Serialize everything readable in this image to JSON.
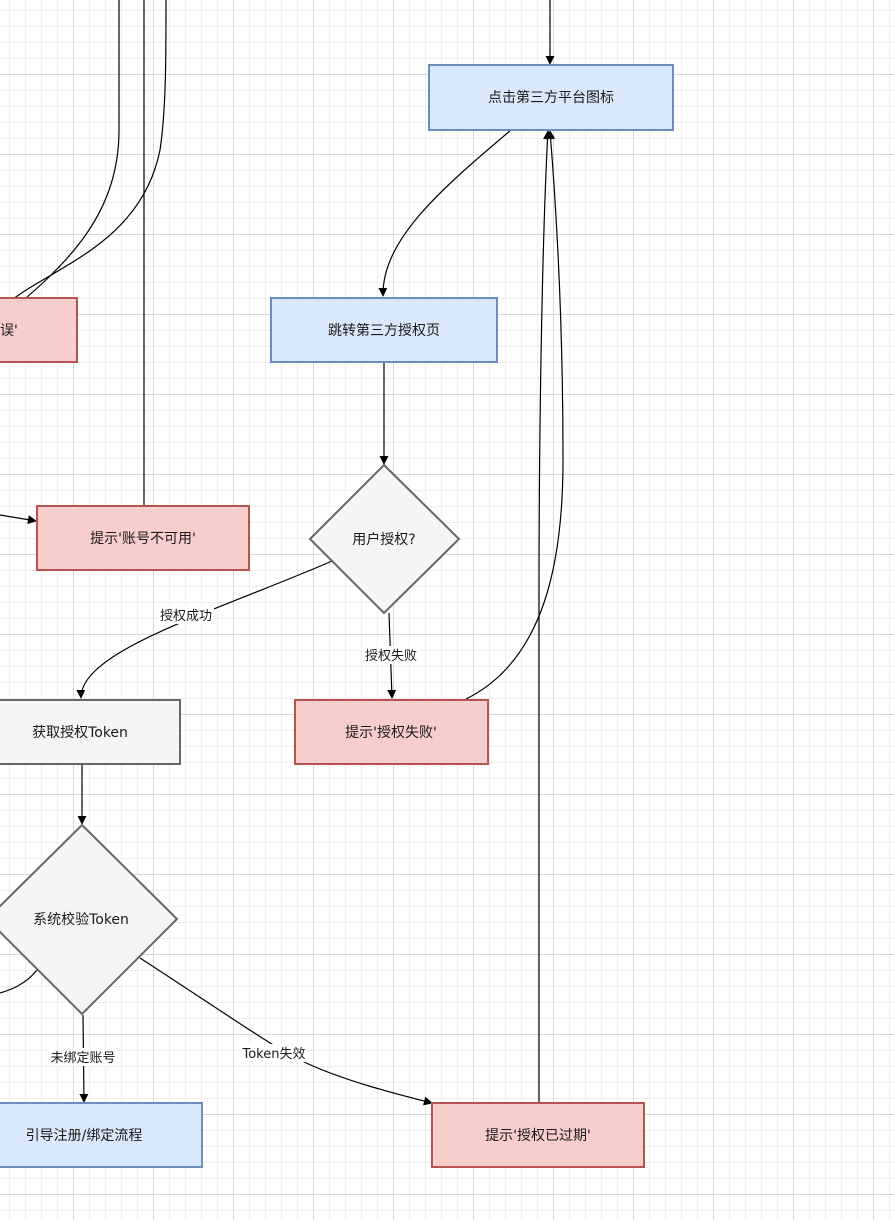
{
  "diagram": {
    "colors": {
      "blue_fill": "#dae8fc",
      "blue_stroke": "#6c8ebf",
      "red_fill": "#f8cecc",
      "red_stroke": "#b85450",
      "gray_fill": "#f5f5f5",
      "gray_stroke": "#666666"
    },
    "nodes": {
      "click_icon": "点击第三方平台图标",
      "jump_auth": "跳转第三方授权页",
      "user_auth": "用户授权?",
      "error_partial": "误'",
      "account_unavailable": "提示'账号不可用'",
      "get_token": "获取授权Token",
      "auth_failed": "提示'授权失败'",
      "verify_token": "系统校验Token",
      "guide_register": "引导注册/绑定流程",
      "auth_expired": "提示'授权已过期'"
    },
    "edge_labels": {
      "auth_success": "授权成功",
      "auth_fail": "授权失败",
      "unbound": "未绑定账号",
      "token_invalid": "Token失效"
    }
  }
}
